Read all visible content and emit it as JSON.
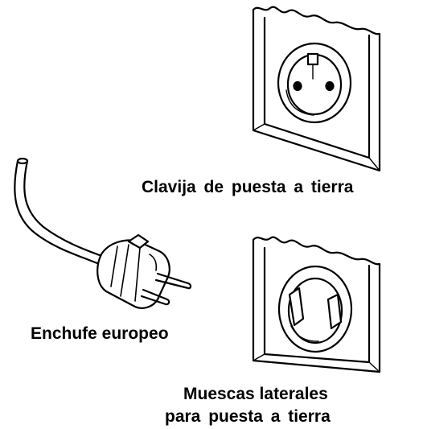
{
  "labels": {
    "ground_pin": "Clavija de puesta a tierra",
    "plug": "Enchufe europeo",
    "side_notches_line1": "Muescas laterales",
    "side_notches_line2": "para puesta a tierra"
  },
  "colors": {
    "ink": "#000000",
    "paper": "#ffffff"
  }
}
